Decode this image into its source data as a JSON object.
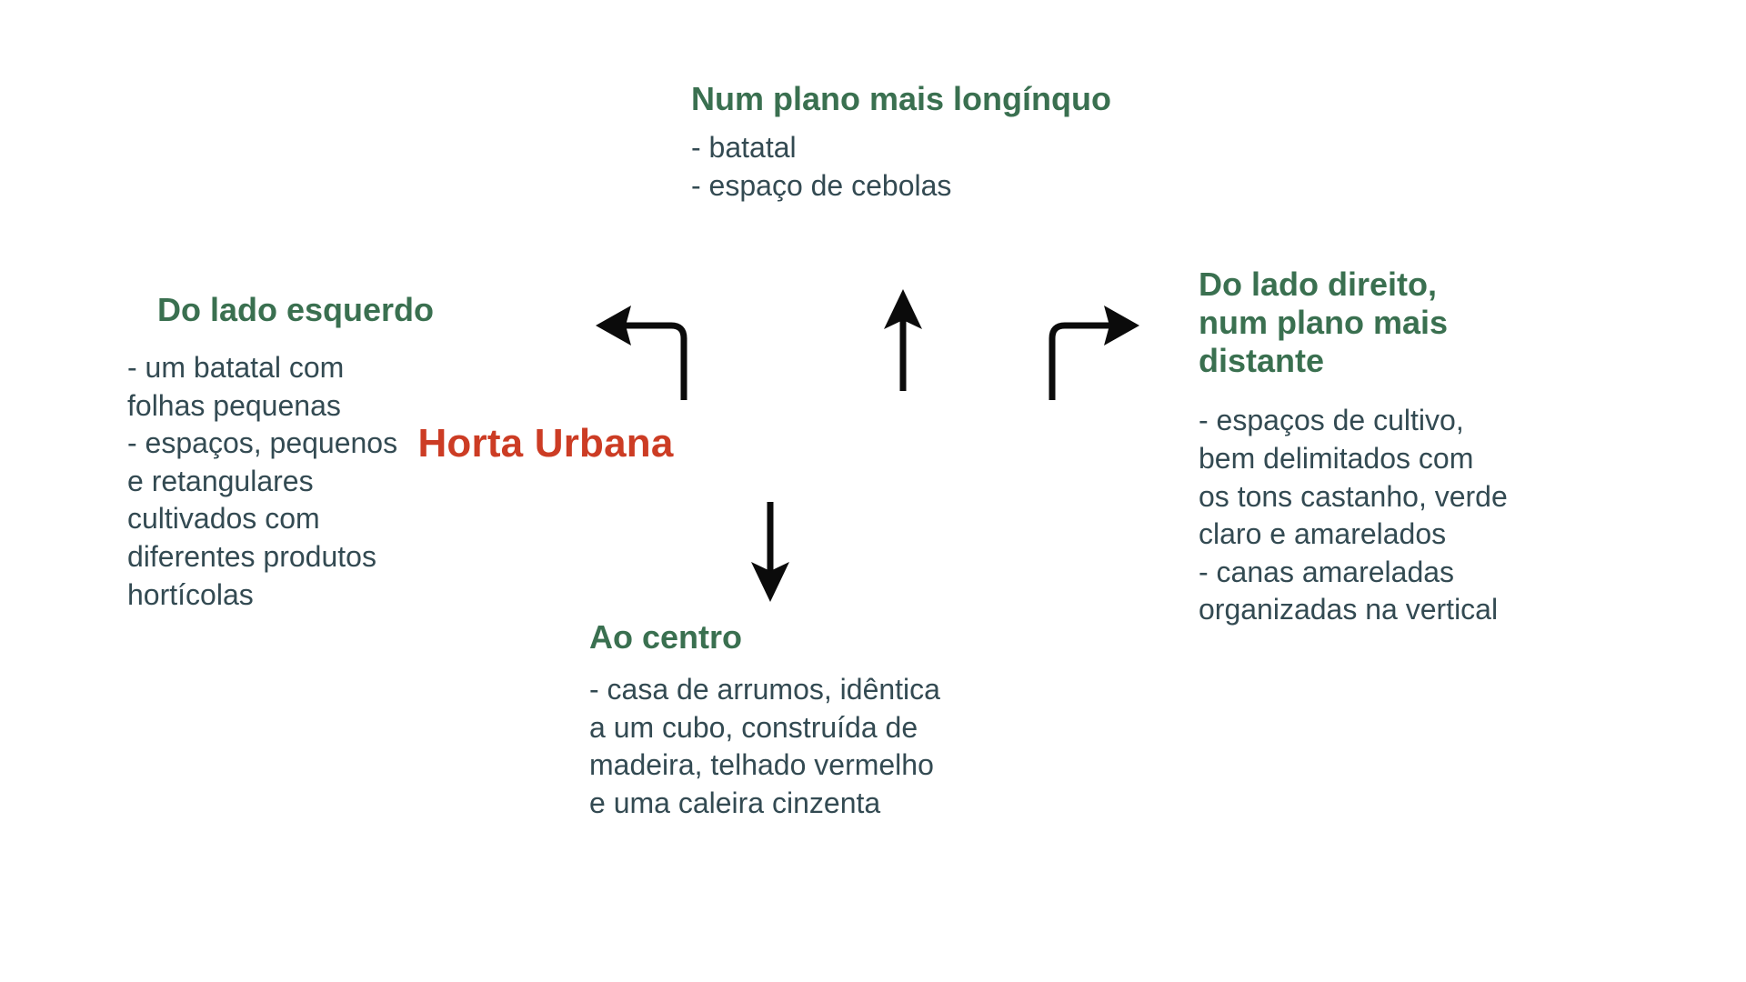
{
  "diagram": {
    "title": "Horta Urbana",
    "background_color": "#ffffff",
    "heading_color": "#3a7050",
    "body_color": "#334a52",
    "center_color": "#cc3c24",
    "arrow_color": "#0b0b0b"
  },
  "center": {
    "label": "Horta Urbana"
  },
  "branches": {
    "top": {
      "heading": "Num plano mais longínquo",
      "items": [
        "- batatal",
        "- espaço de cebolas"
      ],
      "body": "- batatal\n- espaço de cebolas"
    },
    "left": {
      "heading": "Do lado esquerdo",
      "items": [
        "- um batatal com folhas pequenas",
        "- espaços, pequenos e retangulares cultivados com diferentes produtos hortícolas"
      ],
      "body": "- um batatal com\nfolhas pequenas\n- espaços, pequenos\ne retangulares\ncultivados com\ndiferentes produtos\nhortícolas"
    },
    "right": {
      "heading": "Do lado direito,\nnum plano mais\ndistante",
      "items": [
        "- espaços de cultivo, bem delimitados com os tons castanho, verde claro e amarelados",
        "- canas amareladas organizadas na vertical"
      ],
      "body": "- espaços de cultivo,\nbem delimitados com\nos tons castanho, verde\nclaro e amarelados\n- canas amareladas\norganizadas na vertical"
    },
    "bottom": {
      "heading": "Ao centro",
      "items": [
        "- casa de arrumos, idêntica a um cubo, construída de madeira, telhado vermelho e uma caleira cinzenta"
      ],
      "body": "- casa de arrumos, idêntica\na um cubo, construída de\nmadeira, telhado vermelho\ne uma caleira cinzenta"
    }
  },
  "arrows": [
    {
      "name": "arrow-to-left-branch",
      "direction": "left",
      "style": "elbow"
    },
    {
      "name": "arrow-to-top-branch",
      "direction": "up",
      "style": "straight"
    },
    {
      "name": "arrow-to-right-branch",
      "direction": "right",
      "style": "elbow"
    },
    {
      "name": "arrow-to-bottom-branch",
      "direction": "down",
      "style": "straight"
    }
  ]
}
